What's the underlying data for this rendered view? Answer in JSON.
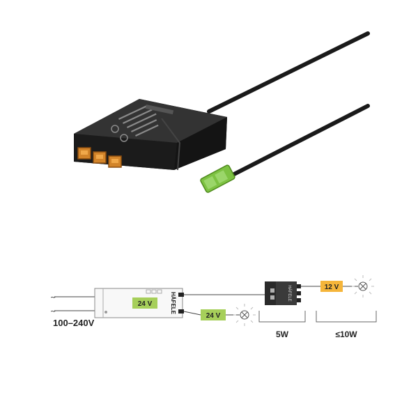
{
  "diagram": {
    "supply_label": "100–240V",
    "driver_voltage": "24 V",
    "driver_brand": "HÄFELE",
    "converter_brand": "HÄFELE",
    "output_24v": "24 V",
    "output_12v": "12 V",
    "converter_power": "5W",
    "load_power": "≤10W",
    "colors": {
      "badge_green": "#a6cf5a",
      "badge_orange": "#f5b53a",
      "device_body": "#1e1e1e",
      "port_orange": "#d2842a",
      "connector_green": "#7dc242"
    }
  }
}
